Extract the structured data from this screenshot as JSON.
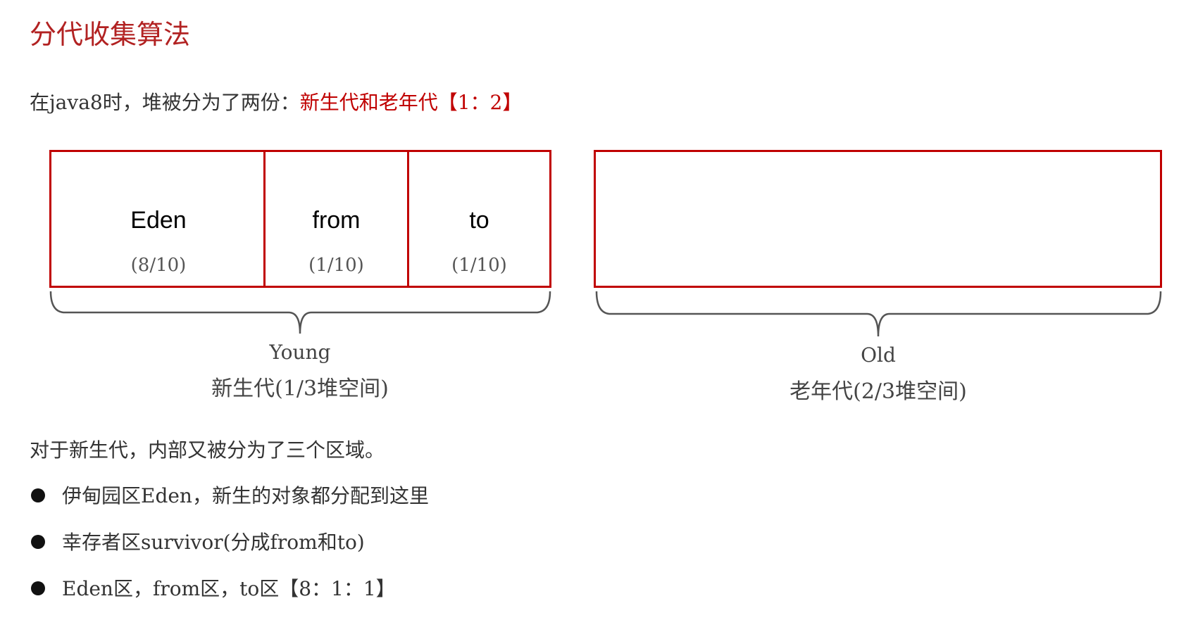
{
  "title": "分代收集算法",
  "intro": {
    "prefix": "在java8时，堆被分为了两份：",
    "highlight": "新生代和老年代【1：2】"
  },
  "young": {
    "segments": [
      {
        "name": "Eden",
        "ratio": "(8/10)",
        "fraction": 0.8
      },
      {
        "name": "from",
        "ratio": "(1/10)",
        "fraction": 0.1
      },
      {
        "name": "to",
        "ratio": "(1/10)",
        "fraction": 0.1
      }
    ],
    "label_en": "Young",
    "label_zh": "新生代(1/3堆空间)"
  },
  "old": {
    "label_en": "Old",
    "label_zh": "老年代(2/3堆空间)"
  },
  "paragraph": "对于新生代，内部又被分为了三个区域。",
  "bullets": [
    "伊甸园区Eden，新生的对象都分配到这里",
    "幸存者区survivor(分成from和to)",
    "Eden区，from区，to区【8：1：1】"
  ],
  "colors": {
    "title": "#b22222",
    "box_border": "#c00000",
    "highlight": "#c00000",
    "brace": "#555555"
  }
}
